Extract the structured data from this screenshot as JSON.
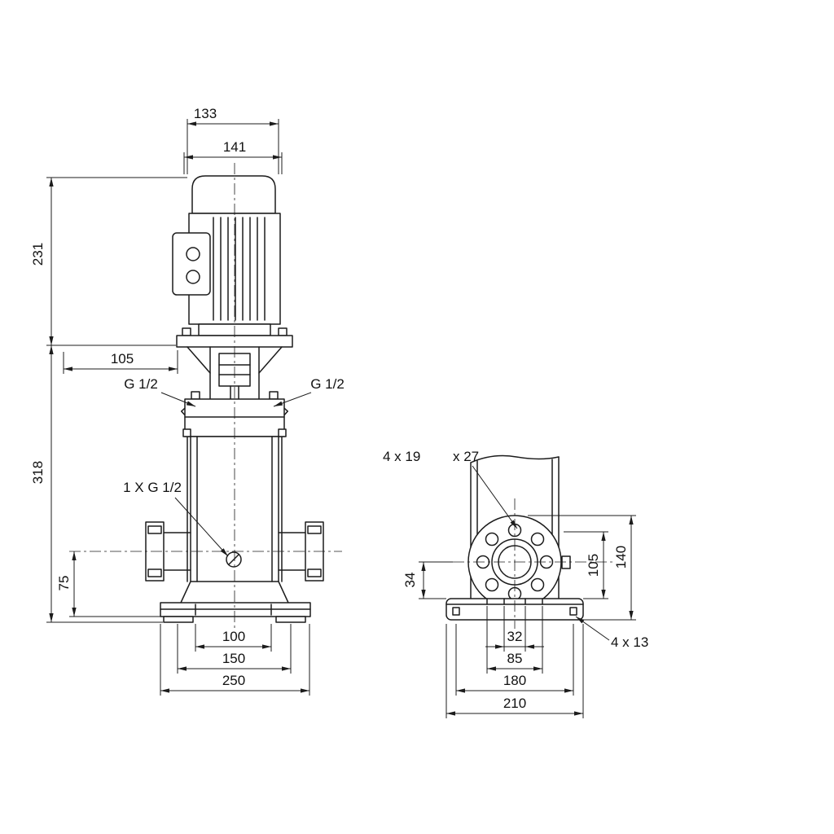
{
  "front": {
    "d133": "133",
    "d141": "141",
    "d231": "231",
    "d105": "105",
    "d318": "318",
    "d75": "75",
    "d100": "100",
    "d150": "150",
    "d250": "250",
    "port_left": "G 1/2",
    "port_right": "G 1/2",
    "drain": "1 X G 1/2"
  },
  "side": {
    "holes_a": "4 x 19",
    "holes_b": "x 27",
    "d34": "34",
    "d105": "105",
    "d140": "140",
    "d32": "32",
    "d85": "85",
    "d180": "180",
    "d210": "210",
    "base_holes": "4 x 13"
  }
}
